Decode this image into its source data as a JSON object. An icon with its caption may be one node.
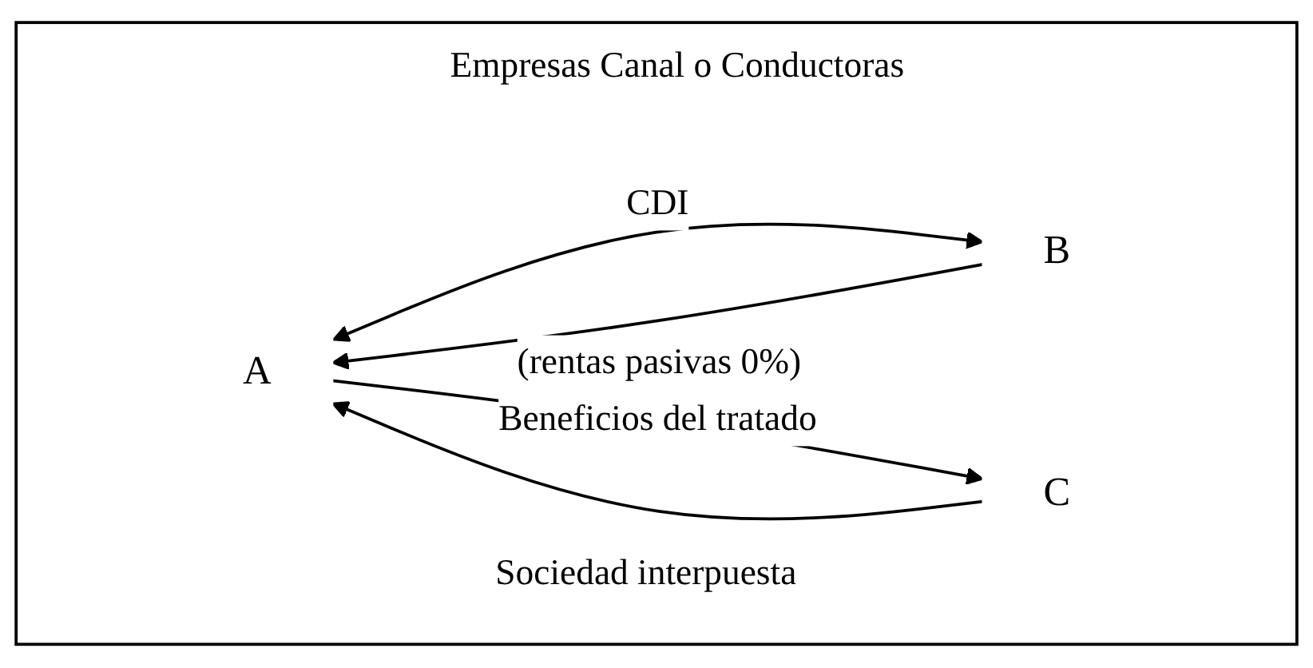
{
  "diagram": {
    "nodes": [
      {
        "text": [
          "Empresas Canal o Conductoras"
        ]
      },
      {
        "text": [
          "A"
        ],
        "in": 0
      },
      {
        "text": [
          "B"
        ],
        "in": 0
      },
      {
        "text": [
          "C"
        ],
        "in": 0
      }
    ],
    "edges": [
      {
        "from": 2,
        "to": 1,
        "arrow": "to",
        "label": "(rentas pasivas 0%)"
      },
      {
        "from": 1,
        "to": 2,
        "arrow": "both",
        "label": "CDI"
      },
      {
        "from": 3,
        "to": 1,
        "arrow": "to",
        "label": "Sociedad interpuesta"
      },
      {
        "from": 1,
        "to": 3,
        "arrow": "to",
        "label": "Beneficios del tratado"
      }
    ]
  }
}
